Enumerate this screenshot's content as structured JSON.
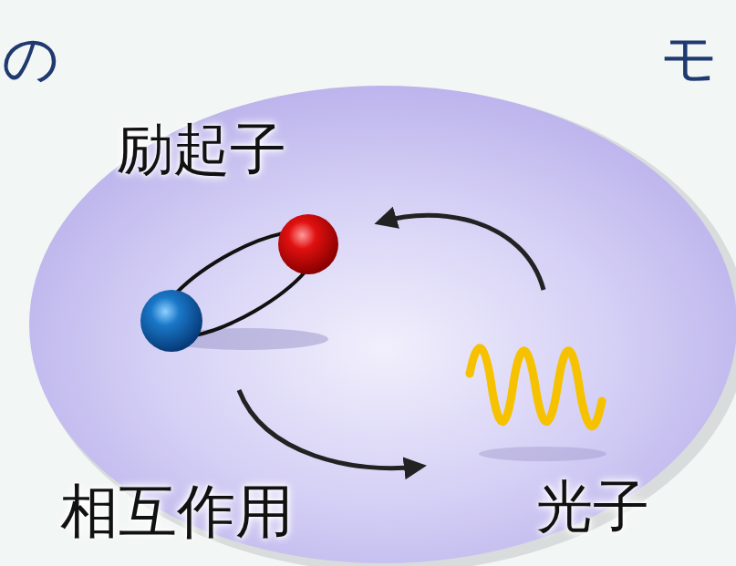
{
  "diagram": {
    "labels": [
      "の",
      "モ",
      "励起子",
      "相互作用",
      "光子"
    ]
  }
}
